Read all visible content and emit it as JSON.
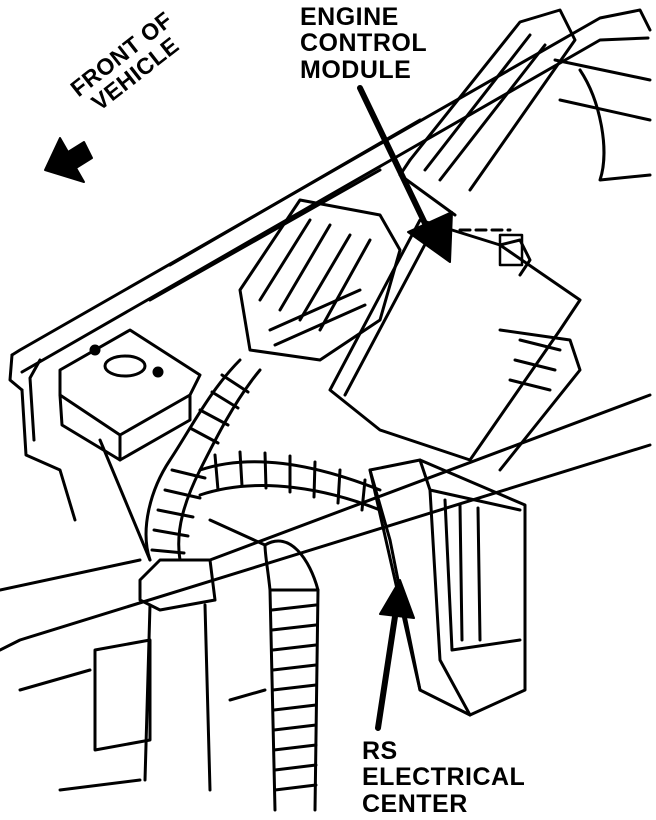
{
  "labels": {
    "ecm": [
      "ENGINE",
      "CONTROL",
      "MODULE"
    ],
    "rs": [
      "RS",
      "ELECTRICAL",
      "CENTER"
    ],
    "front": [
      "FRONT OF",
      "VEHICLE"
    ]
  },
  "colors": {
    "ink": "#000000",
    "paper": "#ffffff"
  }
}
